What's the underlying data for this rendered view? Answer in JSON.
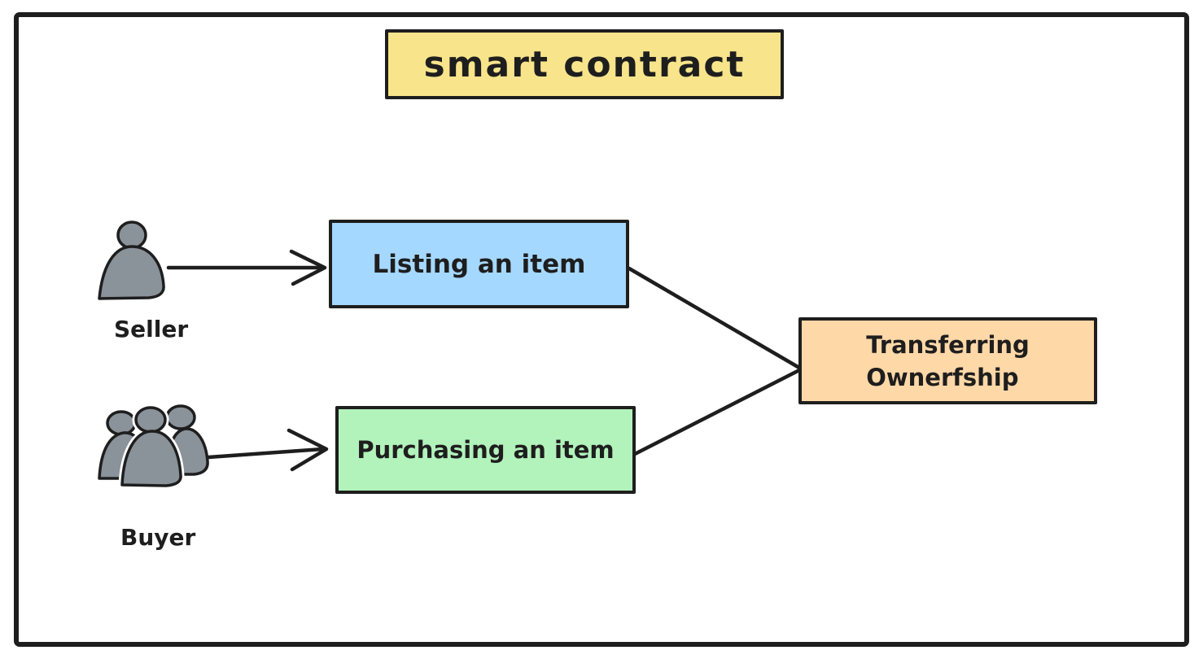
{
  "diagram": {
    "title": {
      "text": "smart contract",
      "fill": "#f8e48b"
    },
    "nodes": {
      "listing": {
        "label": "Listing an item",
        "fill": "#a5d8ff"
      },
      "purchasing": {
        "label": "Purchasing an item",
        "fill": "#b2f2bb"
      },
      "transferring": {
        "label_line1": "Transferring",
        "label_line2": "Ownerfship",
        "fill": "#ffd8a8"
      }
    },
    "actors": {
      "seller": {
        "label": "Seller",
        "icon": "single-person-icon"
      },
      "buyer": {
        "label": "Buyer",
        "icon": "three-person-group-icon"
      }
    },
    "connections": [
      {
        "from": "Seller",
        "to": "Listing an item",
        "style": "arrow"
      },
      {
        "from": "Buyer",
        "to": "Purchasing an item",
        "style": "arrow"
      },
      {
        "from": "Listing an item",
        "to": "Transferring Ownerfship",
        "style": "line"
      },
      {
        "from": "Purchasing an item",
        "to": "Transferring Ownerfship",
        "style": "line"
      }
    ],
    "colors": {
      "stroke": "#1e1e1e",
      "actor_fill": "#8a929a",
      "canvas": "#ffffff"
    }
  }
}
